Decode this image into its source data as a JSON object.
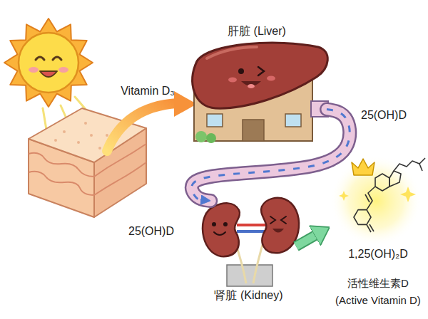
{
  "diagram": {
    "nodes": [
      {
        "text": [
          "肝脏 (Liver)"
        ]
      },
      {
        "text": [
          "肾脏 (Kidney)"
        ]
      },
      {
        "text": [
          "1,25(OH)₂D",
          "活性维生素D (Active Vitamin D)"
        ]
      }
    ],
    "edges": [
      {
        "from": 0,
        "to": 1,
        "arrow": "to",
        "label": "25(OH)D"
      },
      {
        "from": 1,
        "to": 2,
        "arrow": "to"
      }
    ],
    "labels": [
      "Vitamin D₃",
      "25(OH)D"
    ]
  }
}
